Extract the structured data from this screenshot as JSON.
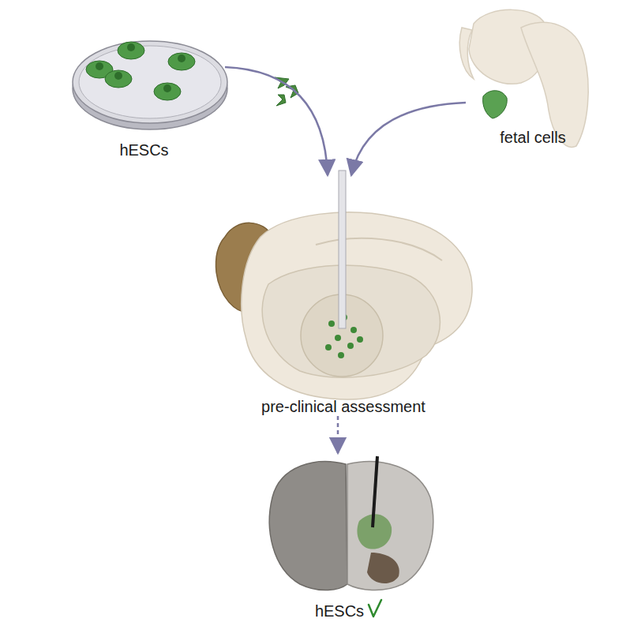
{
  "diagram": {
    "nodes": [
      {
        "text": [
          "hESCs"
        ]
      },
      {
        "text": [
          "fetal cells"
        ]
      },
      {
        "text": [
          "pre-clinical assessment"
        ]
      },
      {
        "text": [
          "hESCs"
        ]
      }
    ],
    "edges": [
      {
        "from": 0,
        "to": 2,
        "arrow": "to"
      },
      {
        "from": 1,
        "to": 2,
        "arrow": "to"
      },
      {
        "from": 2,
        "to": 3,
        "arrow": "to"
      }
    ]
  }
}
